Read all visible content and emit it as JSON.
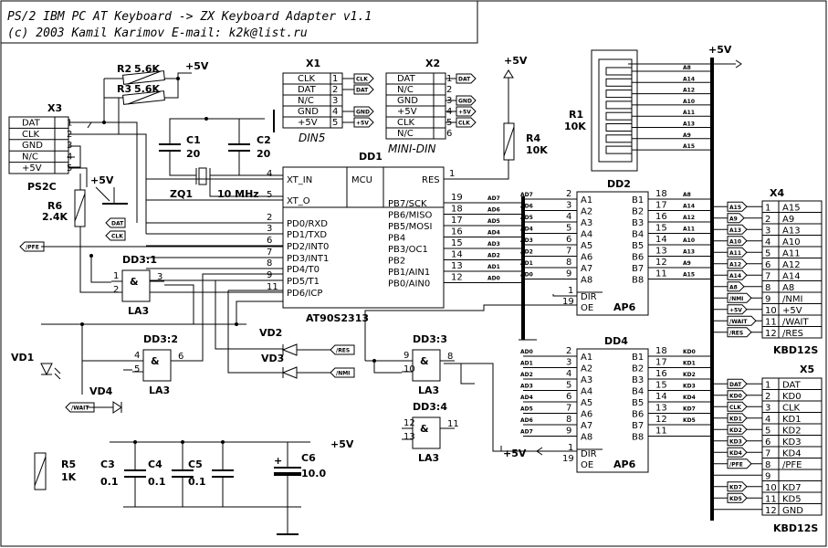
{
  "title": {
    "line1": "PS/2 IBM PC AT  Keyboard -> ZX Keyboard  Adapter v1.1",
    "line2": "(c) 2003 Kamil Karimov E-mail:  k2k@list.ru"
  },
  "power": "+5V",
  "connectors": {
    "x1": {
      "ref": "X1",
      "caption": "DIN5",
      "pins": [
        {
          "name": "CLK",
          "num": "1",
          "tag": "CLK"
        },
        {
          "name": "DAT",
          "num": "2",
          "tag": "DAT"
        },
        {
          "name": "N/C",
          "num": "3",
          "tag": ""
        },
        {
          "name": "GND",
          "num": "4",
          "tag": "GND"
        },
        {
          "name": "+5V",
          "num": "5",
          "tag": "+5V"
        }
      ]
    },
    "x2": {
      "ref": "X2",
      "caption": "MINI-DIN",
      "pins": [
        {
          "name": "DAT",
          "num": "1",
          "tag": "DAT"
        },
        {
          "name": "N/C",
          "num": "2",
          "tag": ""
        },
        {
          "name": "GND",
          "num": "3",
          "tag": "GND"
        },
        {
          "name": "+5V",
          "num": "4",
          "tag": "+5V"
        },
        {
          "name": "CLK",
          "num": "5",
          "tag": "CLK"
        },
        {
          "name": "N/C",
          "num": "6",
          "tag": ""
        }
      ]
    },
    "x3": {
      "ref": "X3",
      "caption": "PS2C",
      "pins": [
        {
          "name": "DAT",
          "num": "1"
        },
        {
          "name": "CLK",
          "num": "2"
        },
        {
          "name": "GND",
          "num": "3"
        },
        {
          "name": "N/C",
          "num": "4"
        },
        {
          "name": "+5V",
          "num": "5"
        }
      ]
    },
    "x4": {
      "ref": "X4",
      "caption": "KBD12S",
      "pins": [
        {
          "num": "1",
          "name": "A15",
          "tag": "A15"
        },
        {
          "num": "2",
          "name": "A9",
          "tag": "A9"
        },
        {
          "num": "3",
          "name": "A13",
          "tag": "A13"
        },
        {
          "num": "4",
          "name": "A10",
          "tag": "A10"
        },
        {
          "num": "5",
          "name": "A11",
          "tag": "A11"
        },
        {
          "num": "6",
          "name": "A12",
          "tag": "A12"
        },
        {
          "num": "7",
          "name": "A14",
          "tag": "A14"
        },
        {
          "num": "8",
          "name": "A8",
          "tag": "A8"
        },
        {
          "num": "9",
          "name": "/NMI",
          "tag": "/NMI"
        },
        {
          "num": "10",
          "name": "+5V",
          "tag": "+5V"
        },
        {
          "num": "11",
          "name": "/WAIT",
          "tag": "/WAIT"
        },
        {
          "num": "12",
          "name": "/RES",
          "tag": "/RES"
        }
      ]
    },
    "x5": {
      "ref": "X5",
      "caption": "KBD12S",
      "pins": [
        {
          "num": "1",
          "name": "DAT",
          "tag": "DAT"
        },
        {
          "num": "2",
          "name": "KD0",
          "tag": "KD0"
        },
        {
          "num": "3",
          "name": "CLK",
          "tag": "CLK"
        },
        {
          "num": "4",
          "name": "KD1",
          "tag": "KD1"
        },
        {
          "num": "5",
          "name": "KD2",
          "tag": "KD2"
        },
        {
          "num": "6",
          "name": "KD3",
          "tag": "KD3"
        },
        {
          "num": "7",
          "name": "KD4",
          "tag": "KD4"
        },
        {
          "num": "8",
          "name": "/PFE",
          "tag": "/PFE"
        },
        {
          "num": "9",
          "name": "",
          "tag": ""
        },
        {
          "num": "10",
          "name": "KD7",
          "tag": "KD7"
        },
        {
          "num": "11",
          "name": "KD5",
          "tag": "KD5"
        },
        {
          "num": "12",
          "name": "GND",
          "tag": ""
        }
      ]
    }
  },
  "mcu": {
    "ref": "DD1",
    "label": "MCU",
    "part": "AT90S2313",
    "left": [
      {
        "num": "4",
        "name": "XT_IN"
      },
      {
        "num": "5",
        "name": "XT_O"
      },
      {
        "num": "2",
        "name": "PD0/RXD"
      },
      {
        "num": "3",
        "name": "PD1/TXD"
      },
      {
        "num": "6",
        "name": "PD2/INT0"
      },
      {
        "num": "7",
        "name": "PD3/INT1"
      },
      {
        "num": "8",
        "name": "PD4/T0"
      },
      {
        "num": "9",
        "name": "PD5/T1"
      },
      {
        "num": "11",
        "name": "PD6/ICP"
      }
    ],
    "res": {
      "num": "1",
      "name": "RES"
    },
    "right": [
      {
        "num": "19",
        "name": "PB7/SCK",
        "sig": "AD7"
      },
      {
        "num": "18",
        "name": "PB6/MISO",
        "sig": "AD6"
      },
      {
        "num": "17",
        "name": "PB5/MOSI",
        "sig": "AD5"
      },
      {
        "num": "16",
        "name": "PB4",
        "sig": "AD4"
      },
      {
        "num": "15",
        "name": "PB3/OC1",
        "sig": "AD3"
      },
      {
        "num": "14",
        "name": "PB2",
        "sig": "AD2"
      },
      {
        "num": "13",
        "name": "PB1/AIN1",
        "sig": "AD1"
      },
      {
        "num": "12",
        "name": "PB0/AIN0",
        "sig": "AD0"
      }
    ]
  },
  "dd2": {
    "ref": "DD2",
    "part": "AP6",
    "a_nums": [
      "2",
      "3",
      "4",
      "5",
      "6",
      "7",
      "8",
      "9"
    ],
    "a_sig": [
      "AD7",
      "AD6",
      "AD5",
      "AD4",
      "AD3",
      "AD2",
      "AD1",
      "AD0"
    ],
    "a_names": [
      "A1",
      "A2",
      "A3",
      "A4",
      "A5",
      "A6",
      "A7",
      "A8"
    ],
    "b_nums": [
      "18",
      "17",
      "16",
      "15",
      "14",
      "13",
      "12",
      "11"
    ],
    "b_names": [
      "B1",
      "B2",
      "B3",
      "B4",
      "B5",
      "B6",
      "B7",
      "B8"
    ],
    "b_sig": [
      "A8",
      "A14",
      "A12",
      "A11",
      "A10",
      "A13",
      "A9",
      "A15"
    ],
    "dir": {
      "num": "1",
      "name": "DIR"
    },
    "oe": {
      "num": "19",
      "name": "OE"
    }
  },
  "dd4": {
    "ref": "DD4",
    "part": "AP6",
    "a_nums": [
      "2",
      "3",
      "4",
      "5",
      "6",
      "7",
      "8",
      "9"
    ],
    "a_sig": [
      "AD0",
      "AD1",
      "AD2",
      "AD3",
      "AD4",
      "AD5",
      "AD6",
      "AD7"
    ],
    "a_names": [
      "A1",
      "A2",
      "A3",
      "A4",
      "A5",
      "A6",
      "A7",
      "A8"
    ],
    "b_nums": [
      "18",
      "17",
      "16",
      "15",
      "14",
      "13",
      "12",
      "11"
    ],
    "b_names": [
      "B1",
      "B2",
      "B3",
      "B4",
      "B5",
      "B6",
      "B7",
      "B8"
    ],
    "b_sig": [
      "KD0",
      "KD1",
      "KD2",
      "KD3",
      "KD4",
      "KD7",
      "KD5",
      ""
    ],
    "dir": {
      "num": "1",
      "name": "DIR"
    },
    "oe": {
      "num": "19",
      "name": "OE"
    }
  },
  "r1": {
    "ref": "R1",
    "value": "10K",
    "tags": [
      "A8",
      "A14",
      "A12",
      "A10",
      "A11",
      "A13",
      "A9",
      "A15"
    ]
  },
  "gates": [
    {
      "ref": "DD3:1",
      "part": "LA3",
      "in": [
        "1",
        "2"
      ],
      "out": "3"
    },
    {
      "ref": "DD3:2",
      "part": "LA3",
      "in": [
        "4",
        "5"
      ],
      "out": "6"
    },
    {
      "ref": "DD3:3",
      "part": "LA3",
      "in": [
        "9",
        "10"
      ],
      "out": "8"
    },
    {
      "ref": "DD3:4",
      "part": "LA3",
      "in": [
        "12",
        "13"
      ],
      "out": "11"
    }
  ],
  "gate_symbol": "&",
  "parts": {
    "r2": {
      "ref": "R2",
      "value": "5.6K"
    },
    "r3": {
      "ref": "R3",
      "value": "5.6K"
    },
    "r4": {
      "ref": "R4",
      "value": "10K"
    },
    "r5": {
      "ref": "R5",
      "value": "1K"
    },
    "r6": {
      "ref": "R6",
      "value": "2.4K"
    },
    "c1": {
      "ref": "C1",
      "value": "20"
    },
    "c2": {
      "ref": "C2",
      "value": "20"
    },
    "c3": {
      "ref": "C3",
      "value": "0.1"
    },
    "c4": {
      "ref": "C4",
      "value": "0.1"
    },
    "c5": {
      "ref": "C5",
      "value": "0.1"
    },
    "c6": {
      "ref": "C6",
      "value": "10.0"
    },
    "zq1": {
      "ref": "ZQ1",
      "value": "10 MHz"
    },
    "vd1": {
      "ref": "VD1"
    },
    "vd2": {
      "ref": "VD2"
    },
    "vd3": {
      "ref": "VD3"
    },
    "vd4": {
      "ref": "VD4"
    }
  },
  "net_tags": {
    "dat": "DAT",
    "clk": "CLK",
    "pfe": "/PFE",
    "res": "/RES",
    "nmi": "/NMI",
    "wait": "/WAIT"
  }
}
